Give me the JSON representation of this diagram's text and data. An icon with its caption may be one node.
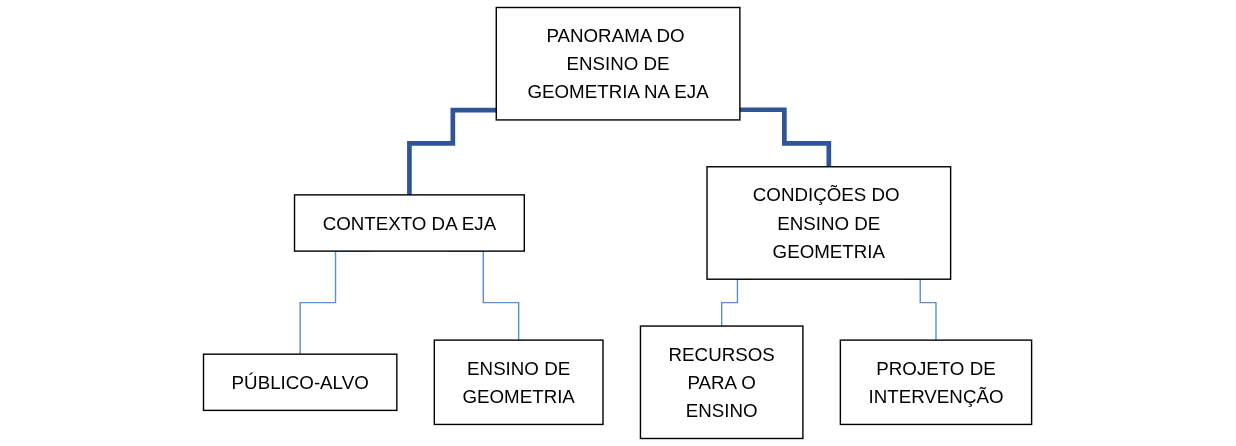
{
  "diagram": {
    "nodes": [
      {
        "text": [
          "PANORAMA DO ENSINO DE GEOMETRIA NA EJA"
        ]
      },
      {
        "text": [
          "CONTEXTO DA EJA"
        ]
      },
      {
        "text": [
          "CONDIÇÕES DO ENSINO DE GEOMETRIA"
        ]
      },
      {
        "text": [
          "PÚBLICO-ALVO"
        ]
      },
      {
        "text": [
          "ENSINO DE GEOMETRIA"
        ]
      },
      {
        "text": [
          "RECURSOS PARA O ENSINO"
        ]
      },
      {
        "text": [
          "PROJETO DE INTERVENÇÃO"
        ]
      }
    ],
    "edges": [
      {
        "from": 0,
        "to": 1,
        "arrow": "none",
        "style": "thick",
        "color": "#2f5597"
      },
      {
        "from": 0,
        "to": 2,
        "arrow": "none",
        "style": "thick",
        "color": "#2f5597"
      },
      {
        "from": 1,
        "to": 3,
        "arrow": "none"
      },
      {
        "from": 1,
        "to": 4,
        "arrow": "none"
      },
      {
        "from": 2,
        "to": 5,
        "arrow": "none"
      },
      {
        "from": 2,
        "to": 6,
        "arrow": "none"
      }
    ]
  }
}
